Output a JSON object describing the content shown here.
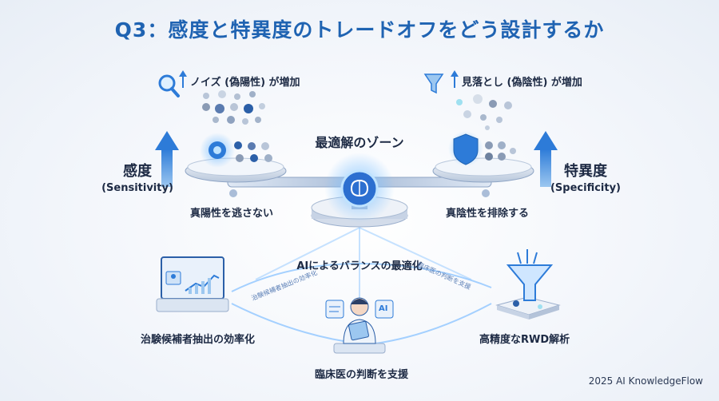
{
  "title": "Q3：感度と特異度のトレードオフをどう設計するか",
  "left_top_note": "ノイズ (偽陽性) が増加",
  "right_top_note": "見落とし (偽陰性) が増加",
  "optimal_zone": "最適解のゾーン",
  "sensitivity": {
    "jp": "感度",
    "en": "(Sensitivity)"
  },
  "specificity": {
    "jp": "特異度",
    "en": "(Specificity)"
  },
  "left_pan_label": "真陽性を逃さない",
  "right_pan_label": "真陰性を排除する",
  "ai_balance": "AIによるバランスの最適化",
  "bottom_left": "治験候補者抽出の効率化",
  "bottom_center": "臨床医の判断を支援",
  "bottom_right": "高精度なRWD解析",
  "flow_left_text": "治験候補者抽出の効率化",
  "flow_right_text": "臨床医の判断を支援",
  "ai_badge": "AI",
  "footer": "2025 AI KnowledgeFlow",
  "colors": {
    "accent": "#1f63b2",
    "light_blue": "#4aa3f0",
    "glow": "#9fd2ff",
    "text": "#1d2a44"
  }
}
